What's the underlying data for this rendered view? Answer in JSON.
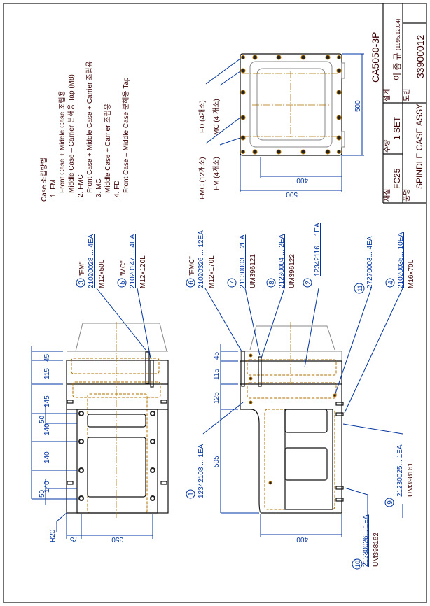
{
  "title_block": {
    "drawing_code": "CA5050-3P",
    "material_label": "재질",
    "material": "FC25",
    "quantity_label": "수량",
    "quantity": "1 SET",
    "designer_label": "설계",
    "designer": "이 종 규",
    "design_date": "(1995.12.04)",
    "part_name_label": "품명",
    "part_name": "SPINDLE CASE ASSY",
    "drawing_no_label": "도번",
    "drawing_no": "33900012"
  },
  "notes": [
    "Case 조립방법",
    "1. FM",
    "Front Case + Middle Case 조립용",
    "Middle Case – Carrier 분해용 Tap (M8)",
    "2. FMC",
    "Front Case + Middle Case + Carrier 조립용",
    "3. MC",
    "Middle Case + Carrier 조립용",
    "4. FD",
    "Front Case – Middle Case 분해용 Tap"
  ],
  "plan_view": {
    "labels": [
      "FD (4개소)",
      "MC (4 개소)",
      "FMC (12개소)",
      "FM (4개소)"
    ],
    "dims": [
      "500",
      "400",
      "500"
    ]
  },
  "callouts": [
    {
      "num": "3",
      "tag": "\"FM\"",
      "part": "21020028 ... 4EA",
      "spec": "M12x50L"
    },
    {
      "num": "5",
      "tag": "\"MC\"",
      "part": "21020147 ... 4EA",
      "spec": "M12x120L"
    },
    {
      "num": "6",
      "tag": "\"FMC\"",
      "part": "21020326 ... 12EA",
      "spec": "M12x170L"
    },
    {
      "num": "7",
      "tag": "",
      "part": "21130003 ... 2EA",
      "spec": "UM396121"
    },
    {
      "num": "8",
      "tag": "",
      "part": "21230004 ... 2EA",
      "spec": "UM396122"
    },
    {
      "num": "2",
      "tag": "",
      "part": "12342116 ... 1EA",
      "spec": ""
    },
    {
      "num": "11",
      "tag": "",
      "part": "27270003... 4EA",
      "spec": ""
    },
    {
      "num": "4",
      "tag": "",
      "part": "21020035... 10EA",
      "spec": "M16x70L"
    },
    {
      "num": "1",
      "tag": "",
      "part": "12342108 ... 1EA",
      "spec": ""
    },
    {
      "num": "9",
      "tag": "",
      "part": "21230025... 1EA",
      "spec": "UM398161"
    },
    {
      "num": "10",
      "tag": "",
      "part": "21230026... 1EA",
      "spec": "UM398162"
    }
  ],
  "side_view_dims": [
    "45",
    "115",
    "145",
    "140",
    "140",
    "140",
    "50",
    "50",
    "R20",
    "75",
    "350"
  ],
  "front_view_dims": [
    "45",
    "115",
    "125",
    "505",
    "400"
  ]
}
